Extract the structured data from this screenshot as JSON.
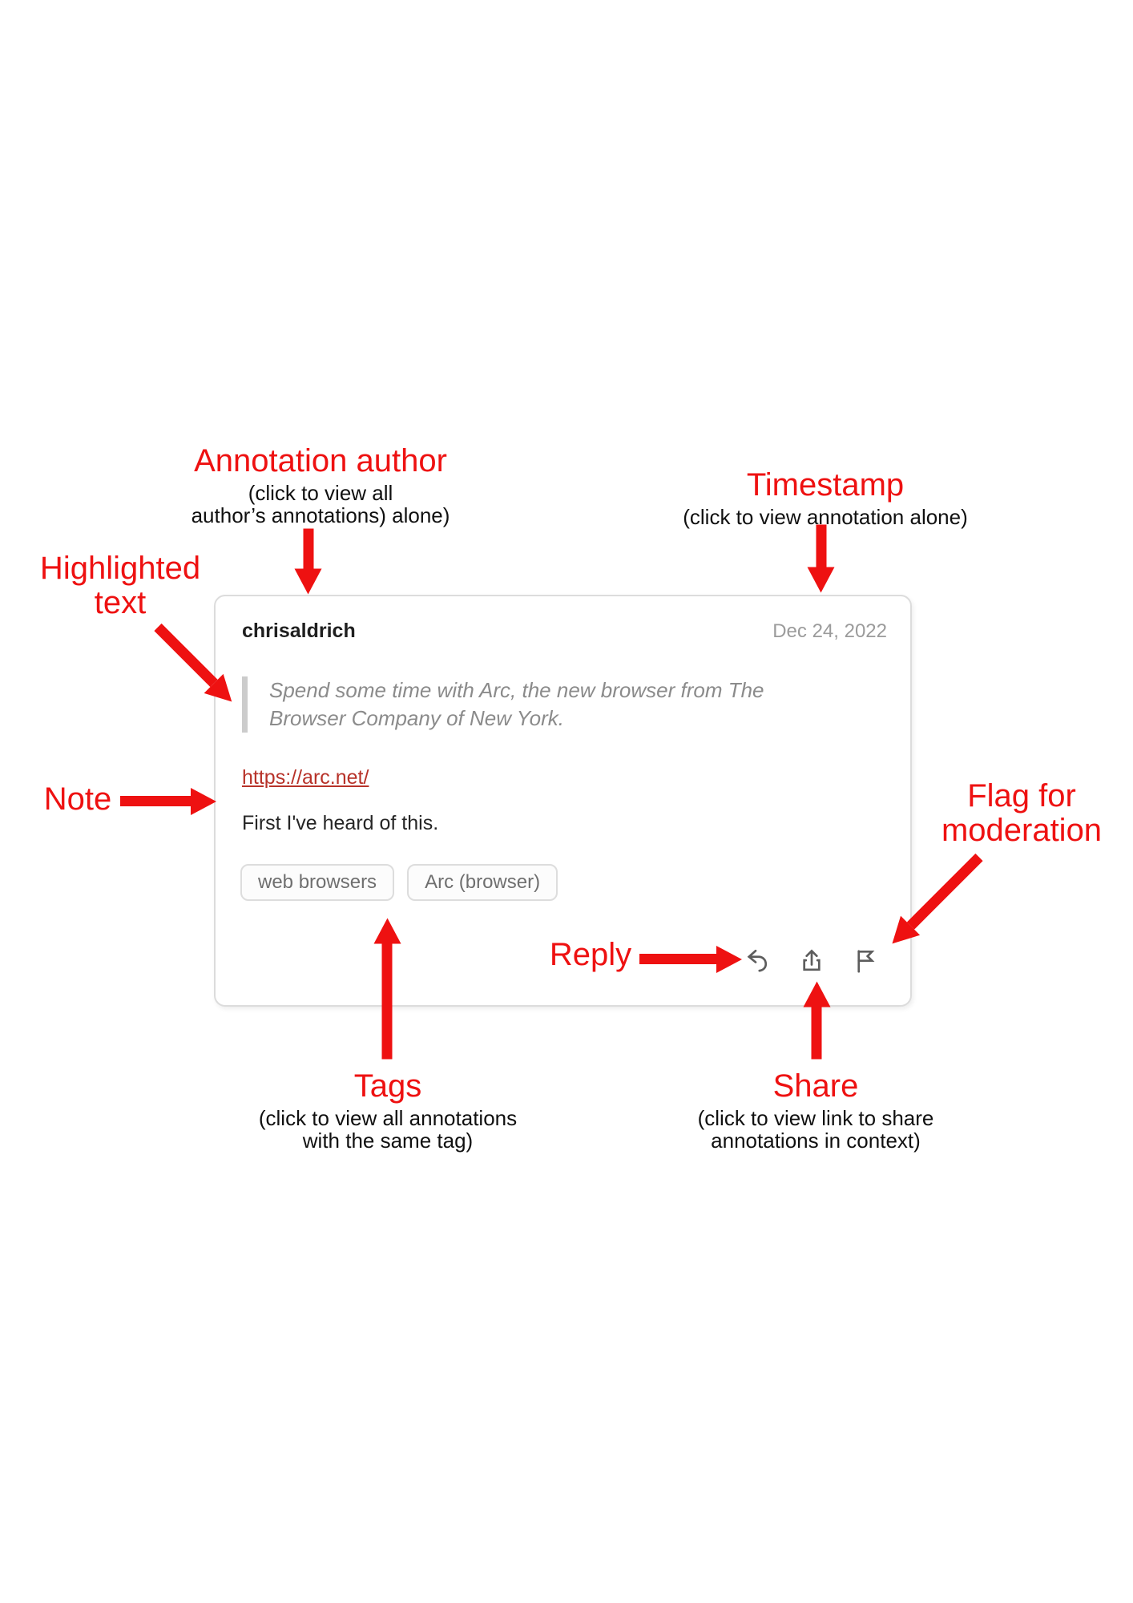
{
  "callouts": {
    "author": {
      "title": "Annotation author",
      "caption": "(click to view all\nauthor’s annotations) alone)"
    },
    "timestamp": {
      "title": "Timestamp",
      "caption": "(click to view annotation alone)"
    },
    "highlighted_text": {
      "title": "Highlighted\ntext"
    },
    "note": {
      "title": "Note"
    },
    "flag": {
      "title": "Flag for\nmoderation"
    },
    "reply": {
      "title": "Reply"
    },
    "tags": {
      "title": "Tags",
      "caption": "(click to view all annotations\nwith the same tag)"
    },
    "share": {
      "title": "Share",
      "caption": "(click to view link to share\nannotations in context)"
    }
  },
  "card": {
    "author": "chrisaldrich",
    "timestamp": "Dec 24, 2022",
    "quote": "Spend some time with Arc, the new browser from The\nBrowser Company of New York.",
    "link": "https://arc.net/",
    "note": "First I've heard of this.",
    "tags": [
      "web browsers",
      "Arc (browser)"
    ],
    "icons": [
      "reply-icon",
      "share-icon",
      "flag-icon"
    ]
  },
  "colors": {
    "callout_red": "#ee1111",
    "link_red": "#b73229",
    "icon_gray": "#5d5d5d"
  }
}
